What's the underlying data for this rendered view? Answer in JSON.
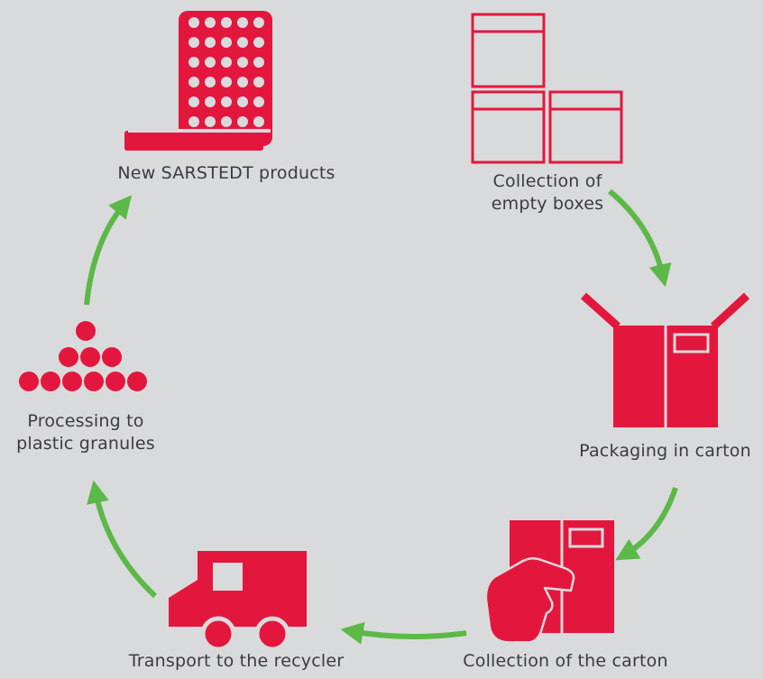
{
  "colors": {
    "background": "#d9dadb",
    "brand_red": "#e3173e",
    "arrow_green": "#5cb847",
    "text": "#3c3c3c"
  },
  "steps": [
    {
      "id": "new-products",
      "icon": "product-rack-icon",
      "label_lines": [
        "New SARSTEDT products"
      ]
    },
    {
      "id": "collection-boxes",
      "icon": "stacked-boxes-icon",
      "label_lines": [
        "Collection of",
        "empty boxes"
      ]
    },
    {
      "id": "packaging",
      "icon": "open-carton-icon",
      "label_lines": [
        "Packaging in carton"
      ]
    },
    {
      "id": "collection-carton",
      "icon": "hand-carton-icon",
      "label_lines": [
        "Collection of the carton"
      ]
    },
    {
      "id": "transport",
      "icon": "truck-icon",
      "label_lines": [
        "Transport to the recycler"
      ]
    },
    {
      "id": "processing",
      "icon": "granules-icon",
      "label_lines": [
        "Processing to",
        "plastic granules"
      ]
    }
  ]
}
